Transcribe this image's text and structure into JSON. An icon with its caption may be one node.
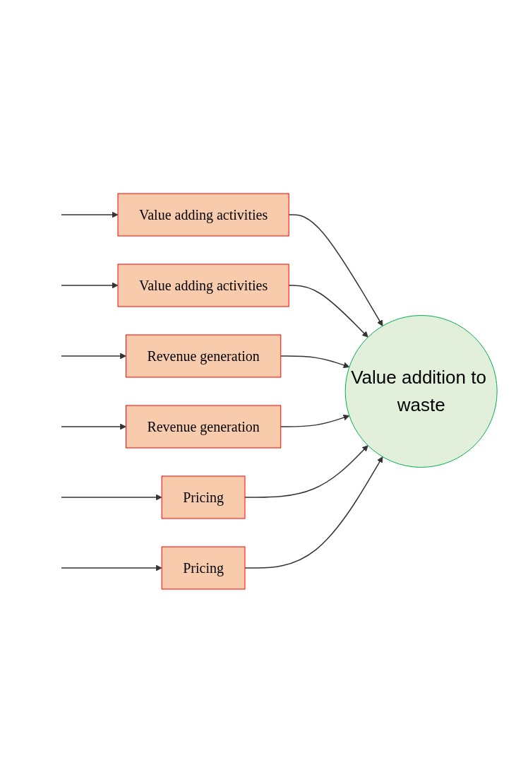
{
  "diagram": {
    "nodes": [
      {
        "text": [
          "Value adding activities"
        ]
      },
      {
        "text": [
          "Value adding activities"
        ]
      },
      {
        "text": [
          "Revenue generation"
        ]
      },
      {
        "text": [
          "Revenue generation"
        ]
      },
      {
        "text": [
          "Pricing"
        ]
      },
      {
        "text": [
          "Pricing"
        ]
      },
      {
        "text": [
          "Value addition to waste"
        ]
      }
    ],
    "edges": [
      {
        "from": null,
        "to": 0,
        "arrow": "to"
      },
      {
        "from": 0,
        "to": 6,
        "arrow": "to"
      },
      {
        "from": null,
        "to": 1,
        "arrow": "to"
      },
      {
        "from": 1,
        "to": 6,
        "arrow": "to"
      },
      {
        "from": null,
        "to": 2,
        "arrow": "to"
      },
      {
        "from": 2,
        "to": 6,
        "arrow": "to"
      },
      {
        "from": null,
        "to": 3,
        "arrow": "to"
      },
      {
        "from": 3,
        "to": 6,
        "arrow": "to"
      },
      {
        "from": null,
        "to": 4,
        "arrow": "to"
      },
      {
        "from": 4,
        "to": 6,
        "arrow": "to"
      },
      {
        "from": null,
        "to": 5,
        "arrow": "to"
      },
      {
        "from": 5,
        "to": 6,
        "arrow": "to"
      }
    ]
  }
}
